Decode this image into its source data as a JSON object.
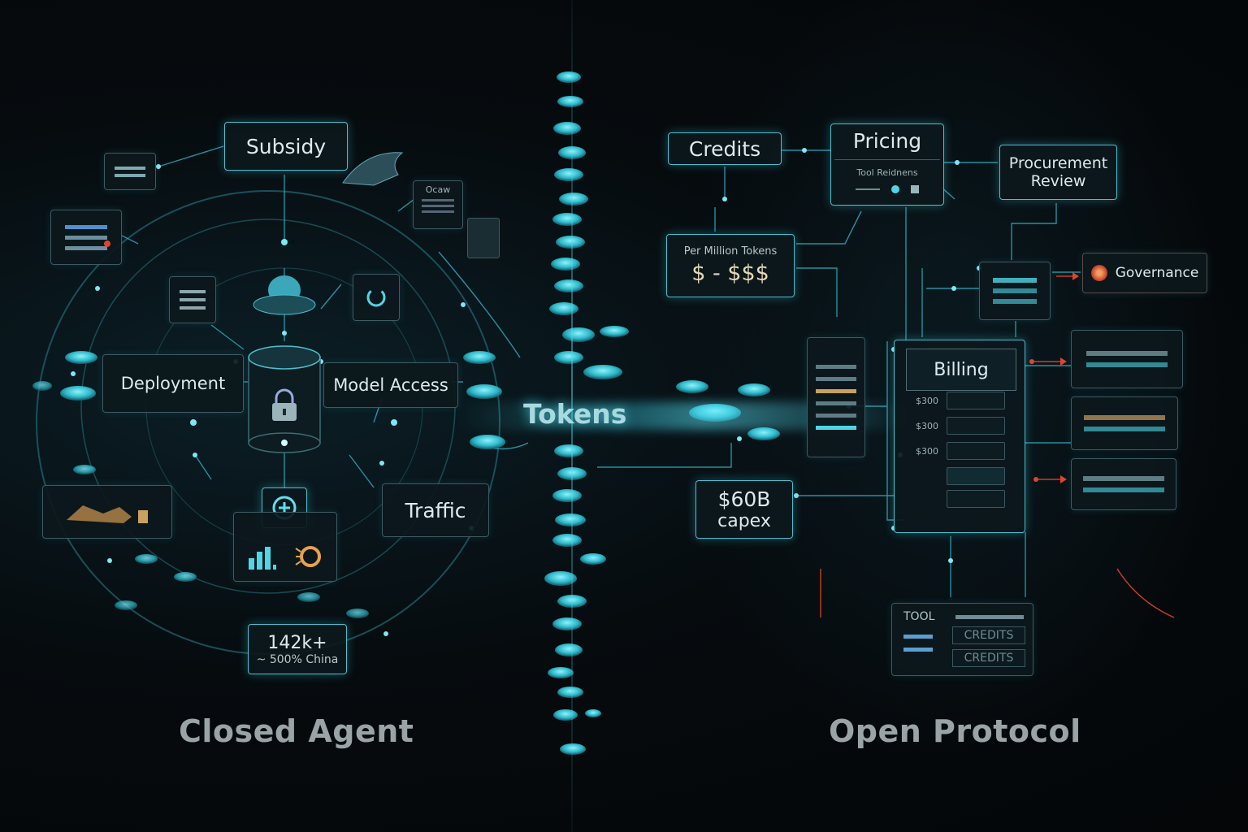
{
  "left": {
    "title": "Closed Agent",
    "subsidy": "Subsidy",
    "deployment": "Deployment",
    "model_access": "Model Access",
    "traffic": "Traffic",
    "stat_value": "142k+",
    "stat_caption": "~ 500% China",
    "mini_window_title": "Ocaw"
  },
  "center": {
    "tokens": "Tokens"
  },
  "right": {
    "title": "Open Protocol",
    "credits": "Credits",
    "pricing": "Pricing",
    "pricing_sub": "Tool Reidnens",
    "procurement_line1": "Procurement",
    "procurement_line2": "Review",
    "per_million": "Per Million Tokens",
    "price_range": "$ - $$$",
    "governance": "Governance",
    "billing": "Billing",
    "billing_rows": [
      "$300",
      "$300",
      "$300"
    ],
    "capex_line1": "$60B",
    "capex_line2": "capex",
    "tool": "TOOL",
    "credits_row1": "CREDITS",
    "credits_row2": "CREDITS"
  },
  "colors": {
    "accent": "#4fd6e6",
    "alert": "#e0442c",
    "title_gray": "#9aa3a6"
  },
  "icons": [
    "lock-icon",
    "cloud-icon",
    "document-icon",
    "plus-icon",
    "bar-chart-icon",
    "gear-icon",
    "coin-icon",
    "governance-badge-icon"
  ]
}
